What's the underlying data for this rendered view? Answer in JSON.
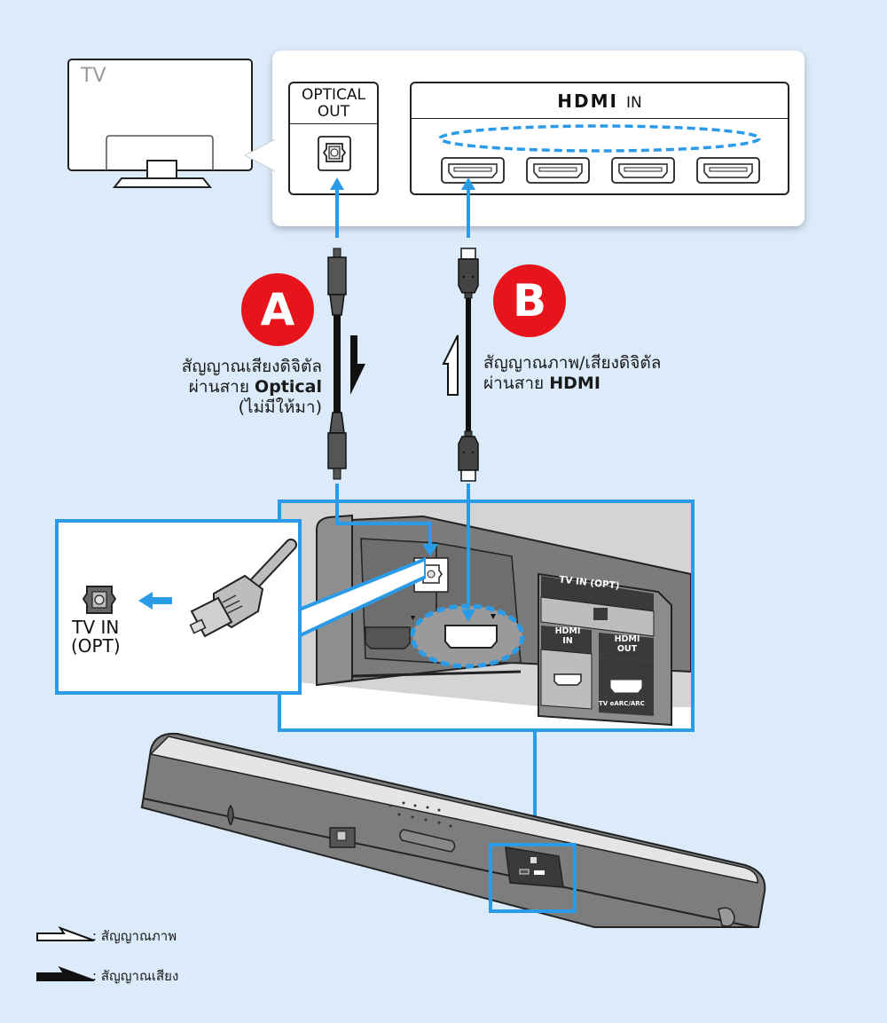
{
  "tv": {
    "label": "TV",
    "optical_port_label_line1": "OPTICAL",
    "optical_port_label_line2": "OUT",
    "hdmi_logo": "HDMI",
    "hdmi_in_label": "IN",
    "hdmi_port_count": 4
  },
  "connections": [
    {
      "badge": "A",
      "line1": "สัญญาณเสียงดิจิตัล",
      "line2_prefix": "ผ่านสาย",
      "line2_bold": "Optical",
      "line3": "(ไม่มีให้มา)",
      "signal": "audio"
    },
    {
      "badge": "B",
      "line1": "สัญญาณภาพ/เสียงดิจิตัล",
      "line2_prefix": "ผ่านสาย",
      "line2_bold": "HDMI",
      "signal": "video"
    }
  ],
  "soundbar_panel": {
    "tv_in_opt_label": "TV IN (OPT)",
    "hdmi_in_label_line1": "HDMI",
    "hdmi_in_label_line2": "IN",
    "hdmi_out_label_line1": "HDMI",
    "hdmi_out_label_line2": "OUT",
    "earc_label": "TV eARC/ARC"
  },
  "inset": {
    "port_label_line1": "TV IN",
    "port_label_line2": "(OPT)"
  },
  "legend": [
    {
      "icon": "hollow-arrow-icon",
      "label": ": สัญญาณภาพ"
    },
    {
      "icon": "solid-arrow-icon",
      "label": ": สัญญาณเสียง"
    }
  ],
  "colors": {
    "background": "#dcebfa",
    "accent_blue": "#2b9be8",
    "badge_red": "#e8141c",
    "cable": "#1a1a1a",
    "soundbar": "#8a8a8a"
  }
}
